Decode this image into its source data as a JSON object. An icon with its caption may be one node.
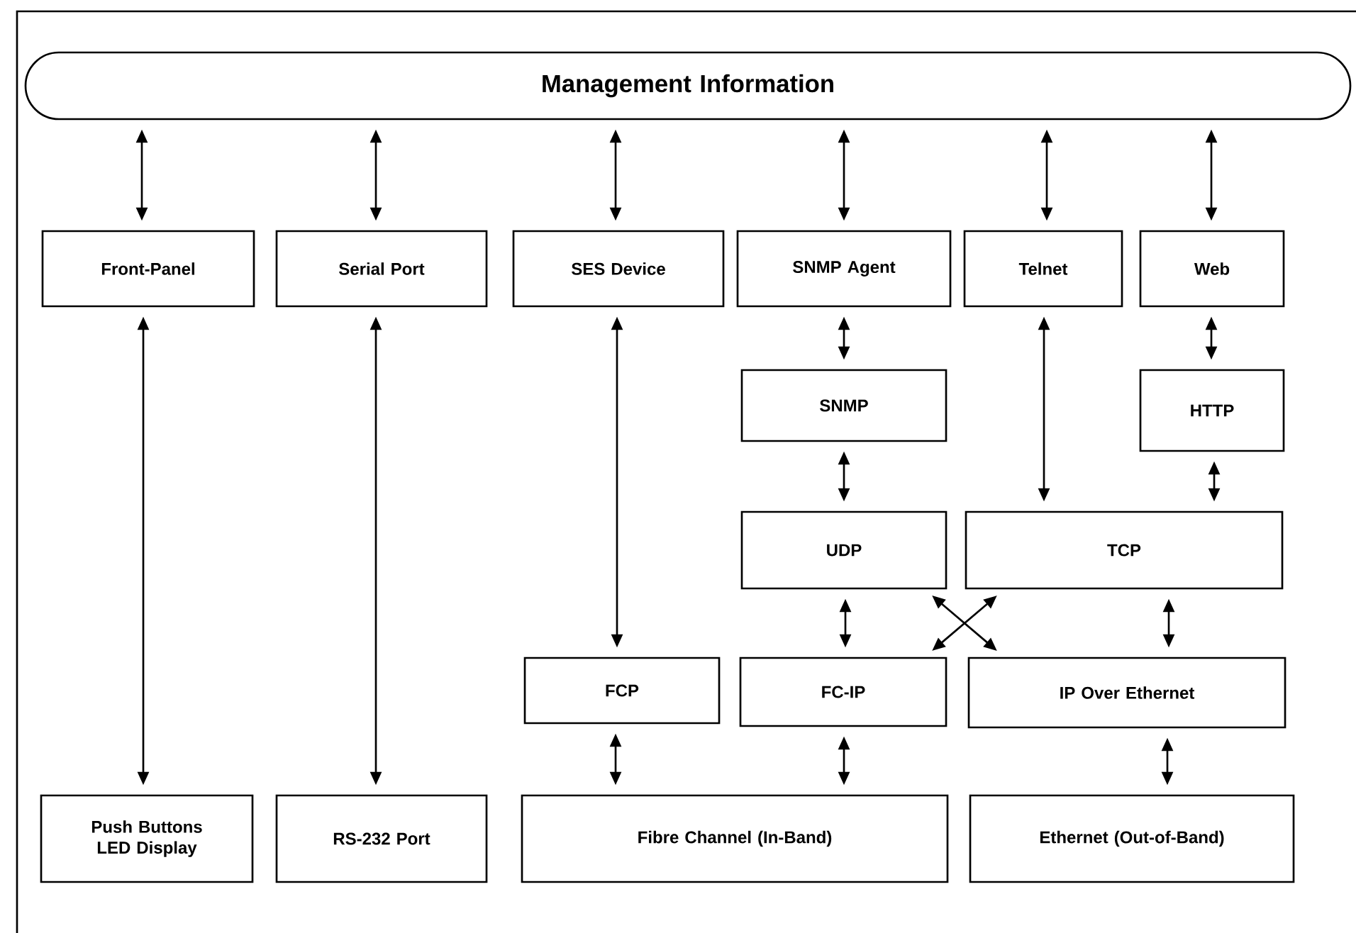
{
  "diagram": {
    "nodes": [
      {
        "text": [
          "Management Information"
        ]
      },
      {
        "text": [
          "Front-Panel"
        ]
      },
      {
        "text": [
          "Serial Port"
        ]
      },
      {
        "text": [
          "SES Device"
        ]
      },
      {
        "text": [
          "SNMP Agent"
        ]
      },
      {
        "text": [
          "Telnet"
        ]
      },
      {
        "text": [
          "Web"
        ]
      },
      {
        "text": [
          "SNMP"
        ]
      },
      {
        "text": [
          "HTTP"
        ]
      },
      {
        "text": [
          "UDP"
        ]
      },
      {
        "text": [
          "TCP"
        ]
      },
      {
        "text": [
          "FCP"
        ]
      },
      {
        "text": [
          "FC-IP"
        ]
      },
      {
        "text": [
          "IP Over Ethernet"
        ]
      },
      {
        "text": [
          "Push Buttons LED Display"
        ]
      },
      {
        "text": [
          "RS-232 Port"
        ]
      },
      {
        "text": [
          "Fibre Channel (In-Band)"
        ]
      },
      {
        "text": [
          "Ethernet (Out-of-Band)"
        ]
      }
    ],
    "edges": [
      {
        "from": 0,
        "to": 1,
        "arrow": "both"
      },
      {
        "from": 0,
        "to": 2,
        "arrow": "both"
      },
      {
        "from": 0,
        "to": 3,
        "arrow": "both"
      },
      {
        "from": 0,
        "to": 4,
        "arrow": "both"
      },
      {
        "from": 0,
        "to": 5,
        "arrow": "both"
      },
      {
        "from": 0,
        "to": 6,
        "arrow": "both"
      },
      {
        "from": 1,
        "to": 14,
        "arrow": "both"
      },
      {
        "from": 2,
        "to": 15,
        "arrow": "both"
      },
      {
        "from": 3,
        "to": 11,
        "arrow": "both"
      },
      {
        "from": 4,
        "to": 7,
        "arrow": "both"
      },
      {
        "from": 5,
        "to": 10,
        "arrow": "both"
      },
      {
        "from": 6,
        "to": 8,
        "arrow": "both"
      },
      {
        "from": 7,
        "to": 9,
        "arrow": "both"
      },
      {
        "from": 8,
        "to": 10,
        "arrow": "both"
      },
      {
        "from": 9,
        "to": 12,
        "arrow": "both"
      },
      {
        "from": 10,
        "to": 13,
        "arrow": "both"
      },
      {
        "from": 9,
        "to": 13,
        "arrow": "both"
      },
      {
        "from": 10,
        "to": 12,
        "arrow": "both"
      },
      {
        "from": 11,
        "to": 16,
        "arrow": "both"
      },
      {
        "from": 12,
        "to": 16,
        "arrow": "both"
      },
      {
        "from": 13,
        "to": 17,
        "arrow": "both"
      }
    ]
  }
}
